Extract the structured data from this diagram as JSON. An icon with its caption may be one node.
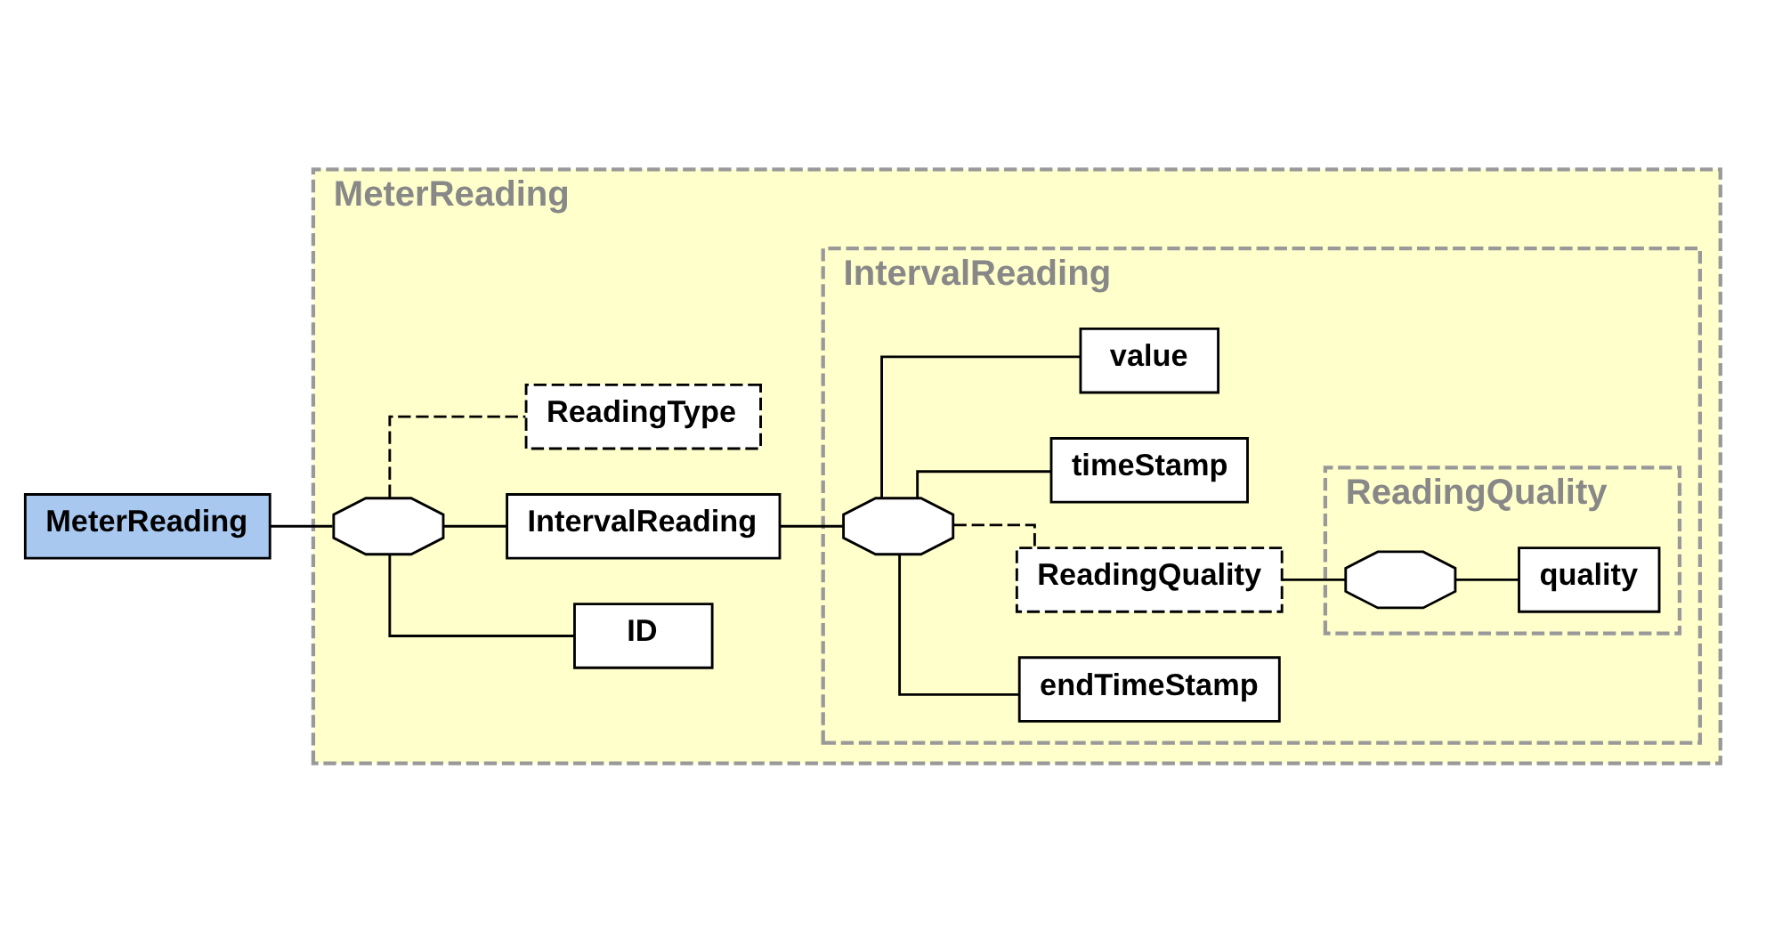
{
  "diagram": {
    "nodes": [
      {
        "text": [
          "MeterReading"
        ]
      },
      {
        "text": [
          "MeterReading"
        ]
      },
      {
        "text": [],
        "shape": "octagon",
        "in": 1
      },
      {
        "text": [
          "ID"
        ],
        "in": 1
      },
      {
        "text": [
          "IntervalReading"
        ],
        "in": 1
      },
      {
        "text": [
          "ReadingType"
        ],
        "in": 1
      },
      {
        "text": [
          "IntervalReading"
        ],
        "in": 1
      },
      {
        "text": [],
        "shape": "octagon",
        "in": 6
      },
      {
        "text": [
          "endTimeStamp"
        ],
        "in": 6
      },
      {
        "text": [
          "ReadingQuality"
        ],
        "in": 6
      },
      {
        "text": [
          "ReadingQuality"
        ],
        "in": 6
      },
      {
        "text": [],
        "shape": "octagon",
        "in": 10
      },
      {
        "text": [
          "quality"
        ],
        "in": 10
      },
      {
        "text": [
          "timeStamp"
        ],
        "in": 6
      },
      {
        "text": [
          "value"
        ],
        "in": 6
      }
    ],
    "edges": [
      {
        "from": 0,
        "to": 2,
        "arrow": "none"
      },
      {
        "from": 2,
        "to": 3,
        "arrow": "none"
      },
      {
        "from": 2,
        "to": 4,
        "arrow": "none"
      },
      {
        "from": 2,
        "to": 5,
        "arrow": "none",
        "style": "dashed"
      },
      {
        "from": 4,
        "to": 7,
        "arrow": "none"
      },
      {
        "from": 7,
        "to": 8,
        "arrow": "none"
      },
      {
        "from": 7,
        "to": 9,
        "arrow": "none",
        "style": "dashed"
      },
      {
        "from": 7,
        "to": 13,
        "arrow": "none"
      },
      {
        "from": 7,
        "to": 14,
        "arrow": "none"
      },
      {
        "from": 9,
        "to": 11,
        "arrow": "none"
      },
      {
        "from": 11,
        "to": 12,
        "arrow": "none"
      }
    ]
  }
}
